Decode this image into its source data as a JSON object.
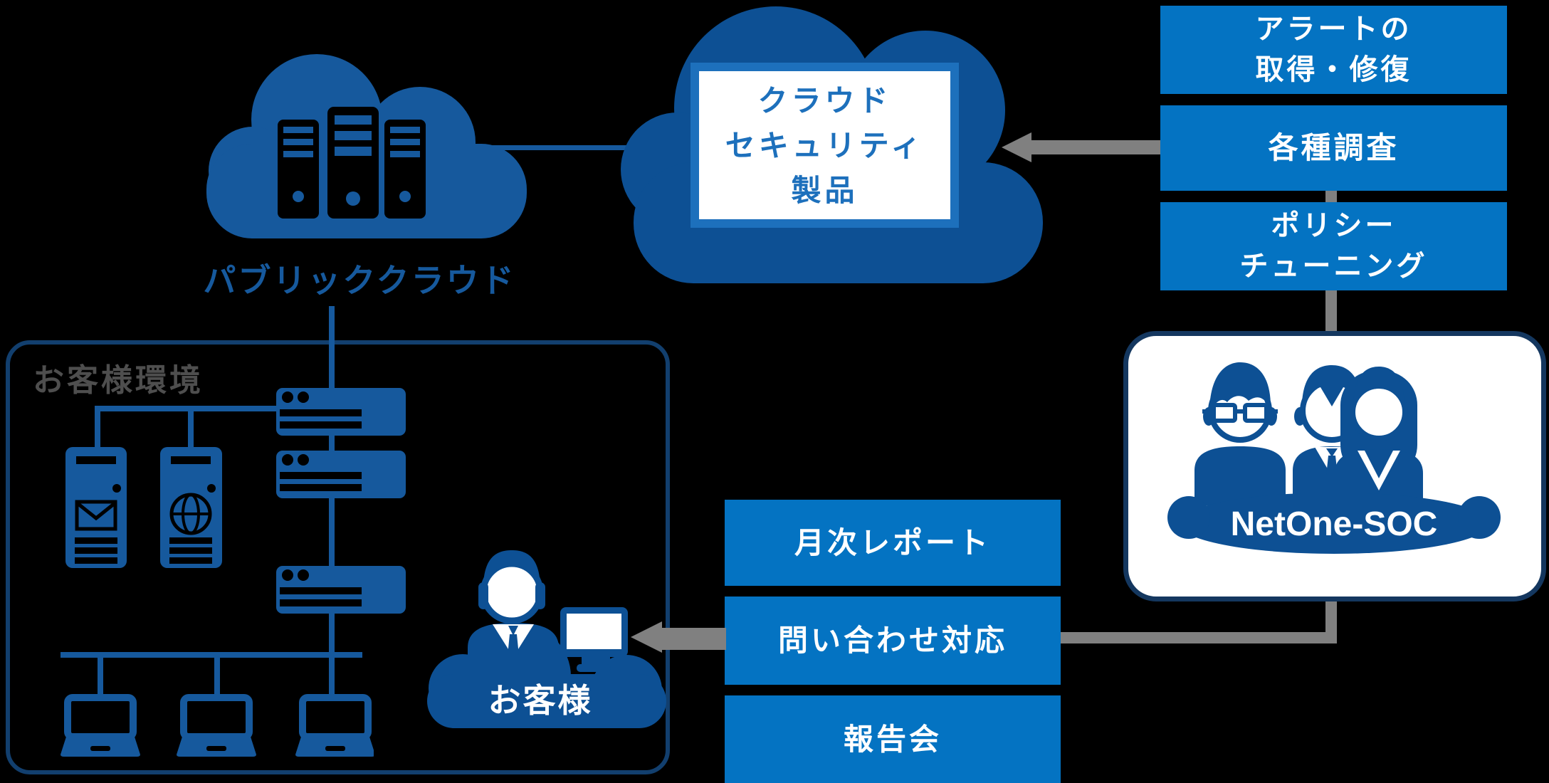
{
  "colors": {
    "background": "#000000",
    "box_blue": "#0473C2",
    "icon_blue": "#16599D",
    "cloud_blue": "#0D5094",
    "navy_border": "#123F6E",
    "soc_border": "#14375F",
    "product_blue": "#1D70BC",
    "gray": "#808080",
    "label_gray": "#4E4E4E",
    "white": "#FFFFFF"
  },
  "public_cloud": {
    "label": "パブリッククラウド"
  },
  "security_cloud": {
    "product_lines": [
      "クラウド",
      "セキュリティ",
      "製品"
    ]
  },
  "soc_actions": [
    {
      "lines": [
        "アラートの",
        "取得・修復"
      ]
    },
    {
      "lines": [
        "各種調査"
      ]
    },
    {
      "lines": [
        "ポリシー",
        "チューニング"
      ]
    }
  ],
  "soc": {
    "label": "NetOne-SOC"
  },
  "customer_env": {
    "label": "お客様環境"
  },
  "customer": {
    "label": "お客様"
  },
  "customer_services": [
    {
      "lines": [
        "月次レポート"
      ]
    },
    {
      "lines": [
        "問い合わせ対応"
      ]
    },
    {
      "lines": [
        "報告会"
      ]
    }
  ],
  "icons": {
    "public_cloud": "cloud-with-servers-icon",
    "security_cloud": "cloud-icon",
    "soc_team": "analyst-team-icon",
    "customer": "operator-with-monitor-icon",
    "servers": [
      "mail-server-icon",
      "web-server-icon"
    ],
    "network": [
      "rack-device-icon",
      "laptop-icon"
    ],
    "connectors": [
      "arrow-left-icon",
      "gray-connector-line",
      "blue-network-line"
    ]
  }
}
